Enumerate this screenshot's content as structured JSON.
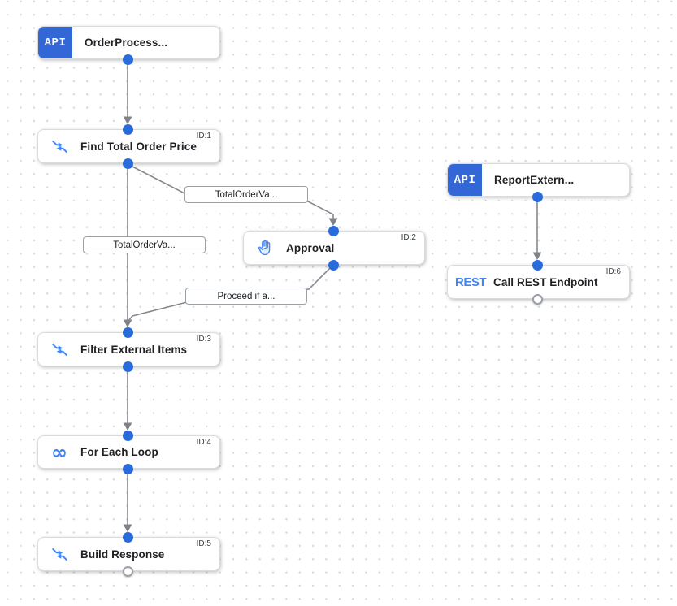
{
  "app": {
    "view": "integration-designer-canvas"
  },
  "colors": {
    "badge_blue": "#3367d6",
    "icon_blue": "#4285f4",
    "port_blue": "#2a6bdb",
    "edge_gray": "#85898e",
    "node_border": "#d9dbdf",
    "grid_dot": "#d7d8da",
    "text_dark": "#202124"
  },
  "nodes": [
    {
      "kind": "trigger",
      "badge": "API",
      "title": "OrderProcess...",
      "icon": "api-trigger-badge"
    },
    {
      "kind": "task",
      "icon": "data-mapping",
      "title": "Find Total Order Price",
      "id_label": "ID:1"
    },
    {
      "kind": "task",
      "icon": "approval-hand",
      "title": "Approval",
      "id_label": "ID:2"
    },
    {
      "kind": "task",
      "icon": "data-mapping",
      "title": "Filter External Items",
      "id_label": "ID:3"
    },
    {
      "kind": "task",
      "icon": "for-each-loop",
      "title": "For Each Loop",
      "id_label": "ID:4",
      "icon_glyph": "∞"
    },
    {
      "kind": "task",
      "icon": "data-mapping",
      "title": "Build Response",
      "id_label": "ID:5"
    },
    {
      "kind": "trigger",
      "badge": "API",
      "title": "ReportExtern...",
      "icon": "api-trigger-badge"
    },
    {
      "kind": "task",
      "icon": "rest-endpoint",
      "title": "Call REST Endpoint",
      "id_label": "ID:6",
      "icon_text": "REST"
    }
  ],
  "edge_labels": [
    {
      "text": "TotalOrderVa..."
    },
    {
      "text": "TotalOrderVa..."
    },
    {
      "text": "Proceed if a..."
    }
  ]
}
